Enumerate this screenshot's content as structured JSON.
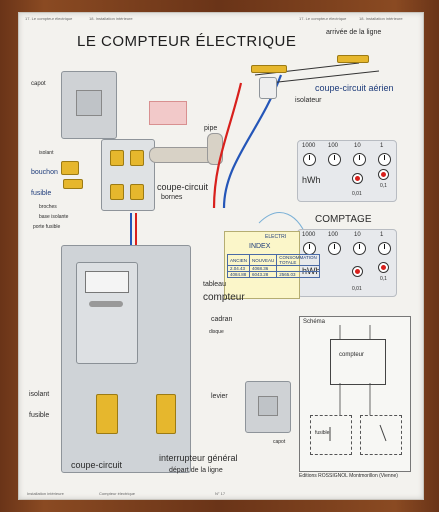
{
  "title": "LE COMPTEUR ÉLECTRIQUE",
  "edge_top_left": [
    "17. Le compteur électrique",
    "18. Installation intérieure"
  ],
  "edge_top_right": [
    "17. Le compteur électrique",
    "18. Installation intérieure"
  ],
  "edge_bottom": [
    "Installation intérieure",
    "Compteur électrique",
    "N° 17"
  ],
  "labels": {
    "capot_top": "capot",
    "isolant": "isolant",
    "bouchon": "bouchon",
    "fusible": "fusible",
    "broches": "broches",
    "base_isolante": "base isolante",
    "porte_fusible": "porte fusible",
    "coupe_circuit_top": "coupe-circuit",
    "bornes": "bornes",
    "arrivee": "arrivée de la ligne",
    "coupe_circuit_aerien": "coupe-circuit aérien",
    "isolateur": "isolateur",
    "pipe": "pipe",
    "tableau": "tableau",
    "compteur": "compteur",
    "cadran": "cadran",
    "disque": "disque",
    "levier": "levier",
    "isolant_bottom": "isolant",
    "fusible_bottom": "fusible",
    "coupe_circuit_bottom": "coupe-circuit",
    "interrupteur": "interrupteur général",
    "depart": "départ de la ligne",
    "capot_bottom": "capot",
    "comptage": "COMPTAGE",
    "schema": "Schéma",
    "compteur_schema": "compteur",
    "fusible_schema": "fusible",
    "electric": "ELECTRI",
    "publisher": "Editions ROSSIGNOL  Montmorillon (Vienne)"
  },
  "meter1": {
    "dials": [
      "1000",
      "100",
      "10",
      "1"
    ],
    "unit": "hWh",
    "small": [
      "0,1",
      "0,01"
    ]
  },
  "meter2": {
    "dials": [
      "1000",
      "100",
      "10",
      "1"
    ],
    "unit": "hWh",
    "small": [
      "0,1",
      "0,01"
    ]
  },
  "index_table": {
    "header": "INDEX",
    "cols": [
      "ANCIEN",
      "NOUVEAU",
      "CONSOMMATION TOTALE"
    ],
    "row1": [
      "2.04.43",
      "4068.36",
      ""
    ],
    "row2": [
      "4084.88",
      "6043.28",
      "2565.03"
    ]
  },
  "colors": {
    "red_wire": "#d8201c",
    "blue_wire": "#2456b8",
    "brass": "#e6b72d",
    "frame": "#6a3418"
  }
}
